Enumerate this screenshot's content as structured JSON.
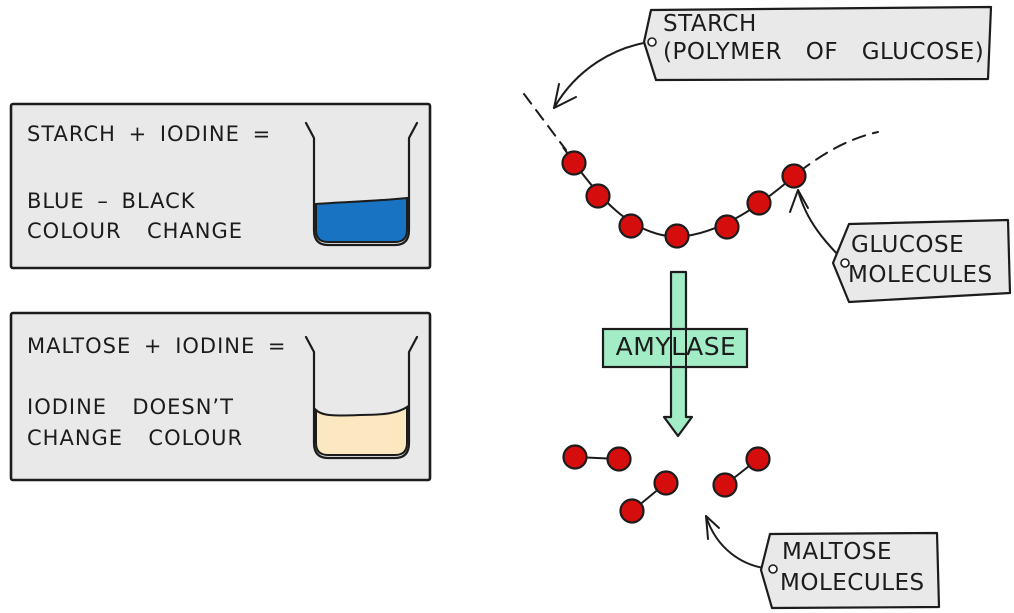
{
  "colors": {
    "ink": "#1c1c1c",
    "panel_fill": "#e9e9e9",
    "molecule_red": "#d60d0d",
    "amylase_green": "#a2ecc6",
    "iodine_blue": "#1874c2",
    "iodine_cream": "#fbe7c0",
    "background": "#ffffff"
  },
  "result_boxes": [
    {
      "equation": "STARCH + IODINE =",
      "result_line1": "BLUE – BLACK",
      "result_line2": "COLOUR  CHANGE",
      "beaker_liquid": "blue"
    },
    {
      "equation": "MALTOSE + IODINE =",
      "result_line1": "IODINE  DOESN’T",
      "result_line2": "CHANGE  COLOUR",
      "beaker_liquid": "cream"
    }
  ],
  "tags": {
    "starch": {
      "line1": "STARCH",
      "line2": "(POLYMER  OF  GLUCOSE)"
    },
    "glucose": {
      "line1": "GLUCOSE",
      "line2": "MOLECULES"
    },
    "maltose": {
      "line1": "MALTOSE",
      "line2": "MOLECULES"
    }
  },
  "process": {
    "enzyme_label": "AMYLASE",
    "glucose_units_in_starch_chain": 7,
    "maltose_molecule_count": 3
  }
}
